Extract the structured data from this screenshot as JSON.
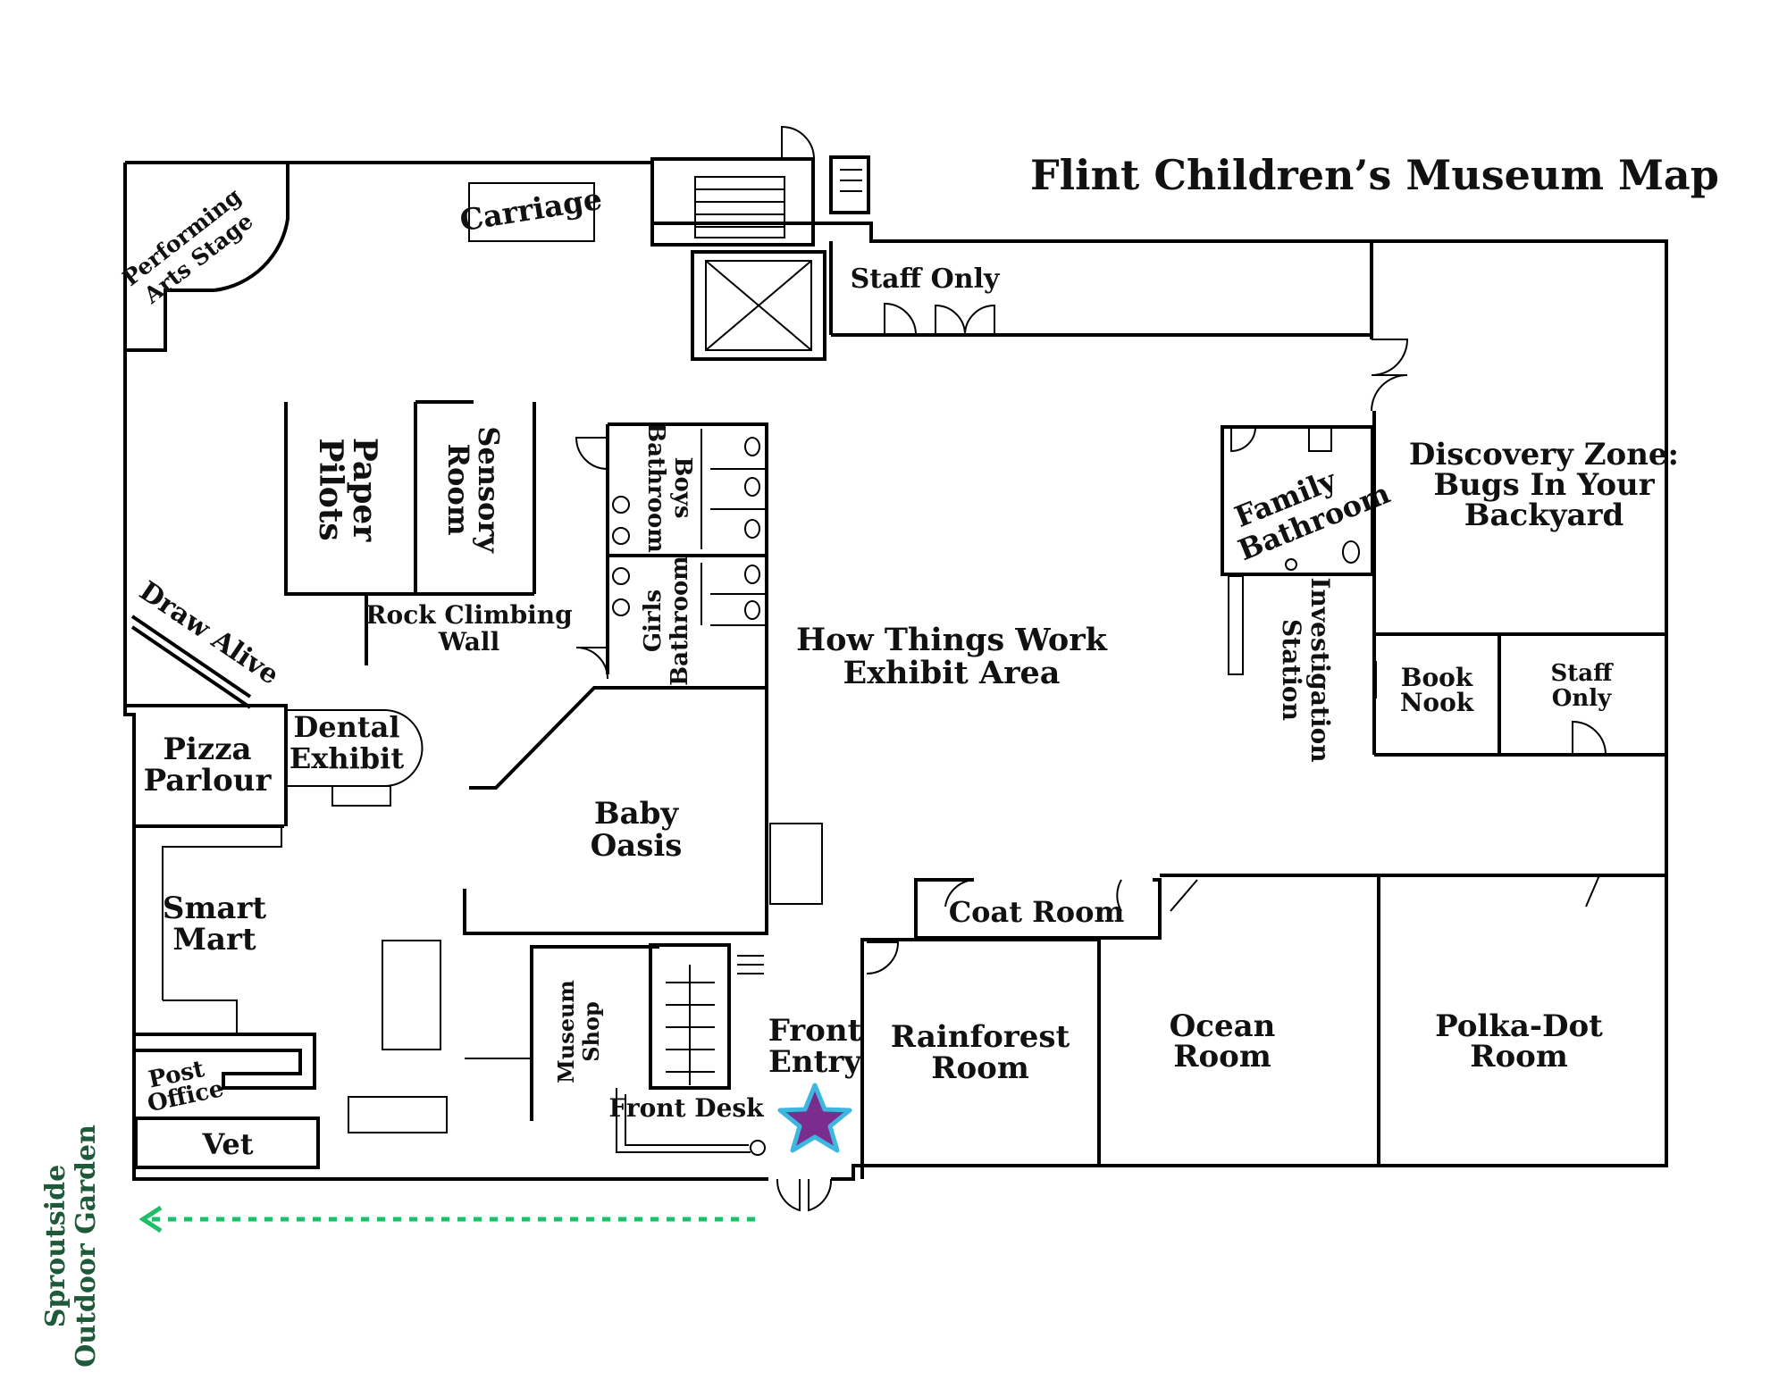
{
  "title": "Flint Children’s Museum Map",
  "rooms": {
    "performing_arts_stage": [
      "Performing",
      "Arts Stage"
    ],
    "carriage": "Carriage",
    "staff_only_top": "Staff Only",
    "paper_pilots": [
      "Paper",
      "Pilots"
    ],
    "sensory_room": [
      "Sensory",
      "Room"
    ],
    "boys_bathroom": [
      "Boys",
      "Bathroom"
    ],
    "girls_bathroom": [
      "Girls",
      "Bathroom"
    ],
    "rock_climbing_wall": [
      "Rock Climbing",
      "Wall"
    ],
    "draw_alive": "Draw Alive",
    "dental_exhibit": [
      "Dental",
      "Exhibit"
    ],
    "pizza_parlour": [
      "Pizza",
      "Parlour"
    ],
    "baby_oasis": [
      "Baby",
      "Oasis"
    ],
    "how_things_work": [
      "How Things Work",
      "Exhibit Area"
    ],
    "family_bathroom": [
      "Family",
      "Bathroom"
    ],
    "discovery_zone": [
      "Discovery Zone:",
      "Bugs In Your",
      "Backyard"
    ],
    "investigation_station": [
      "Investigation",
      "Station"
    ],
    "book_nook": [
      "Book",
      "Nook"
    ],
    "staff_only_right": [
      "Staff",
      "Only"
    ],
    "coat_room": "Coat Room",
    "smart_mart": [
      "Smart",
      "Mart"
    ],
    "museum_shop": [
      "Museum",
      "Shop"
    ],
    "front_entry": [
      "Front",
      "Entry"
    ],
    "front_desk": "Front Desk",
    "rainforest_room": [
      "Rainforest",
      "Room"
    ],
    "ocean_room": [
      "Ocean",
      "Room"
    ],
    "polka_dot_room": [
      "Polka-Dot",
      "Room"
    ],
    "post_office": [
      "Post",
      "Office"
    ],
    "vet": "Vet"
  },
  "garden": [
    "Sproutside",
    "Outdoor Garden"
  ],
  "colors": {
    "star_fill": "#7b2d8e",
    "star_outline": "#3fb6e0",
    "garden_arrow": "#1fbf6a",
    "garden_text": "#1e5a3a"
  },
  "icons": [
    "you-are-here-star-icon",
    "garden-direction-arrow-icon"
  ]
}
